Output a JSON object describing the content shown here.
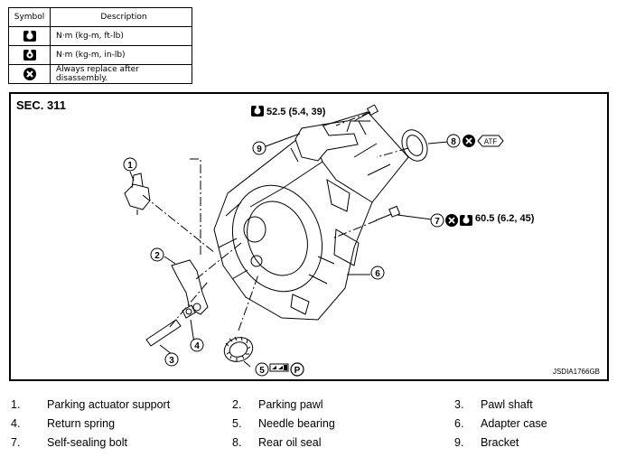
{
  "symbol_table": {
    "header_symbol": "Symbol",
    "header_description": "Description",
    "rows": [
      {
        "icon": "torque-ft-lb-icon",
        "description": "N·m (kg-m, ft-lb)"
      },
      {
        "icon": "torque-in-lb-icon",
        "description": "N·m (kg-m, in-lb)"
      },
      {
        "icon": "replace-icon",
        "description": "Always replace after disassembly."
      }
    ]
  },
  "figure": {
    "section": "SEC. 311",
    "code": "JSDIA1766GB",
    "torque_bracket": "52.5 (5.4, 39)",
    "torque_bolt": "60.5 (6.2, 45)",
    "atf_label": "ATF",
    "p_label": "P",
    "callouts": [
      "1",
      "2",
      "3",
      "4",
      "5",
      "6",
      "7",
      "8",
      "9"
    ]
  },
  "legend": [
    {
      "num": "1.",
      "text": "Parking actuator support"
    },
    {
      "num": "2.",
      "text": "Parking pawl"
    },
    {
      "num": "3.",
      "text": "Pawl shaft"
    },
    {
      "num": "4.",
      "text": "Return spring"
    },
    {
      "num": "5.",
      "text": "Needle bearing"
    },
    {
      "num": "6.",
      "text": "Adapter case"
    },
    {
      "num": "7.",
      "text": "Self-sealing bolt"
    },
    {
      "num": "8.",
      "text": "Rear oil seal"
    },
    {
      "num": "9.",
      "text": "Bracket"
    }
  ]
}
